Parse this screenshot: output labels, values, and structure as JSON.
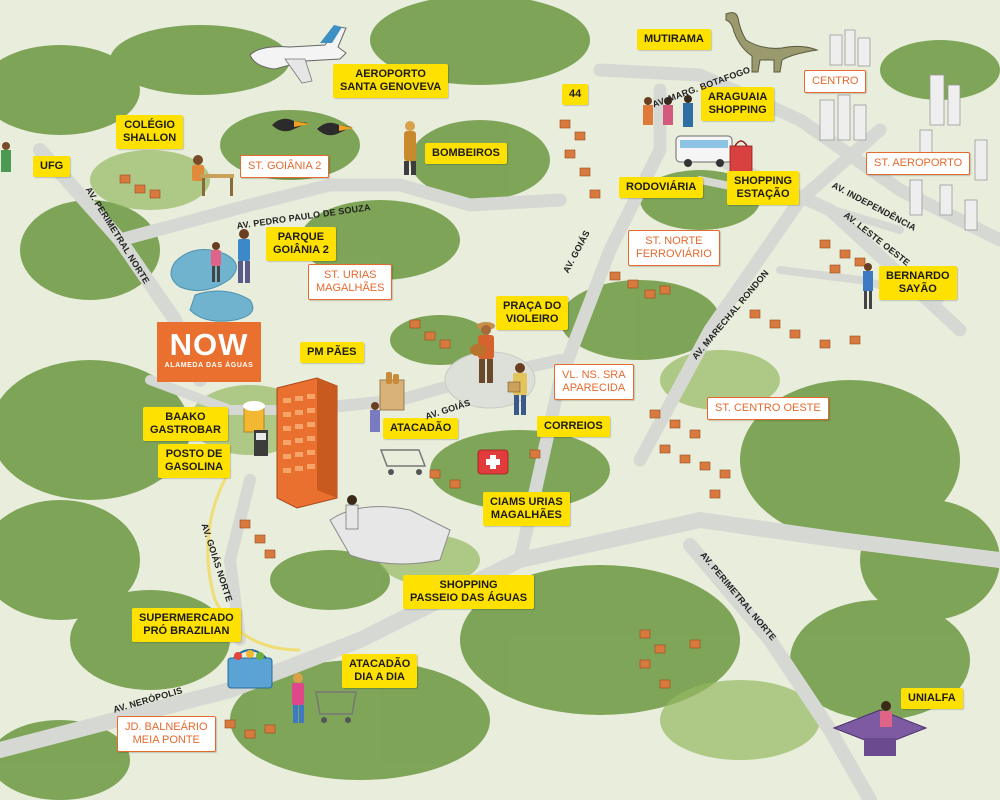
{
  "colors": {
    "background": "#e9eddc",
    "vegetation": "#5f8b3b",
    "vegetation_light": "#8db059",
    "road": "#d6d9d3",
    "yellow_label": "#ffe100",
    "white_label_text": "#e56a2e",
    "building": "#e9702e",
    "water": "#6fb3cf"
  },
  "brand": {
    "title": "NOW",
    "subtitle": "ALAMEDA DAS ÁGUAS"
  },
  "yellow_labels": {
    "mutirama": "MUTIRAMA",
    "aeroporto": "AEROPORTO\nSANTA GENOVEVA",
    "colegio_shallon": "COLÉGIO\nSHALLON",
    "ufg": "UFG",
    "bombeiros": "BOMBEIROS",
    "l44": "44",
    "araguaia": "ARAGUAIA\nSHOPPING",
    "rodoviaria": "RODOVIÁRIA",
    "shopping_estacao": "SHOPPING\nESTAÇÃO",
    "parque_goiania": "PARQUE\nGOIÂNIA 2",
    "bernardo_sayao": "BERNARDO\nSAYÃO",
    "praca_violeiro": "PRAÇA DO\nVIOLEIRO",
    "pm_paes": "PM PÃES",
    "baako": "BAAKO\nGASTROBAR",
    "atacadao": "ATACADÃO",
    "correios": "CORREIOS",
    "posto": "POSTO DE\nGASOLINA",
    "ciams": "CIAMS URIAS\nMAGALHÃES",
    "shopping_passeio": "SHOPPING\nPASSEIO DAS ÁGUAS",
    "supermercado": "SUPERMERCADO\nPRÓ BRAZILIAN",
    "atacadao_dia": "ATACADÃO\nDIA A DIA",
    "unialfa": "UNIALFA"
  },
  "white_labels": {
    "centro": "CENTRO",
    "st_goiania2": "ST. GOIÂNIA 2",
    "st_aeroporto": "ST. AEROPORTO",
    "st_norte_ferroviario": "ST. NORTE\nFERROVIÁRIO",
    "st_urias": "ST. URIAS\nMAGALHÃES",
    "vl_ns_sra": "VL. NS. SRA\nAPARECIDA",
    "st_centro_oeste": "ST. CENTRO OESTE",
    "jd_balneario": "JD. BALNEÁRIO\nMEIA PONTE"
  },
  "roads": {
    "marg_botafogo": "AV. MARG. BOTAFOGO",
    "pedro_paulo": "AV. PEDRO PAULO DE SOUZA",
    "independencia": "AV. INDEPENDÊNCIA",
    "leste_oeste": "AV. LESTE OESTE",
    "perimetral_norte_left": "AV. PERIMETRAL NORTE",
    "goias_upper": "AV. GOIÁS",
    "marechal_rondon": "AV. MARECHAL RONDON",
    "goias_middle": "AV. GOIÁS",
    "goias_norte": "AV. GOIÁS NORTE",
    "perimetral_norte_right": "AV. PERIMETRAL NORTE",
    "neropolis": "AV. NERÓPOLIS"
  },
  "icons": [
    "airplane-icon",
    "dinosaur-icon",
    "toucan-icon",
    "firefighter-icon",
    "bus-icon",
    "shopping-bag-icon",
    "city-skyline-icon",
    "student-desk-icon",
    "family-icon",
    "guitar-player-icon",
    "bread-bag-icon",
    "beer-icon",
    "gas-pump-icon",
    "shopping-cart-icon",
    "first-aid-kit-icon",
    "mail-carrier-icon",
    "grocery-basket-icon",
    "graduation-cap-icon",
    "shoppers-icon"
  ]
}
